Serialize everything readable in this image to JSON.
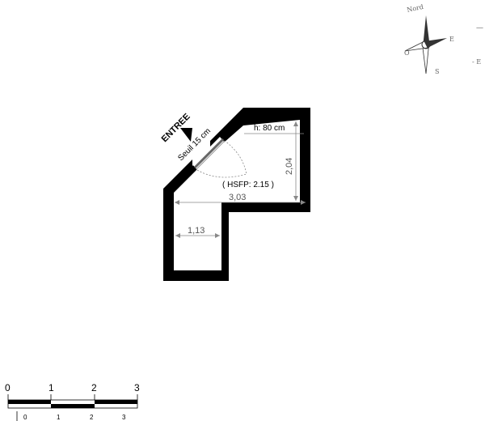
{
  "entrance": {
    "label": "ENTREE",
    "threshold": "Seuil 15 cm"
  },
  "dimensions": {
    "door_height": "h: 80 cm",
    "height_under_ceiling": "( HSFP: 2.15 )",
    "width_total": "3,03",
    "depth": "2,04",
    "width_lower": "1,13"
  },
  "compass": {
    "north": "Nord",
    "east": "E",
    "south": "S",
    "west": "O",
    "edge_east": "- E",
    "edge_mark": "—"
  },
  "scale_bar": {
    "top_labels": [
      "0",
      "1",
      "2",
      "3"
    ],
    "bottom_labels": [
      "0",
      "1",
      "2",
      "3"
    ]
  },
  "colors": {
    "wall": "#000000",
    "dimension": "#888888",
    "dimension_text": "#555555"
  }
}
